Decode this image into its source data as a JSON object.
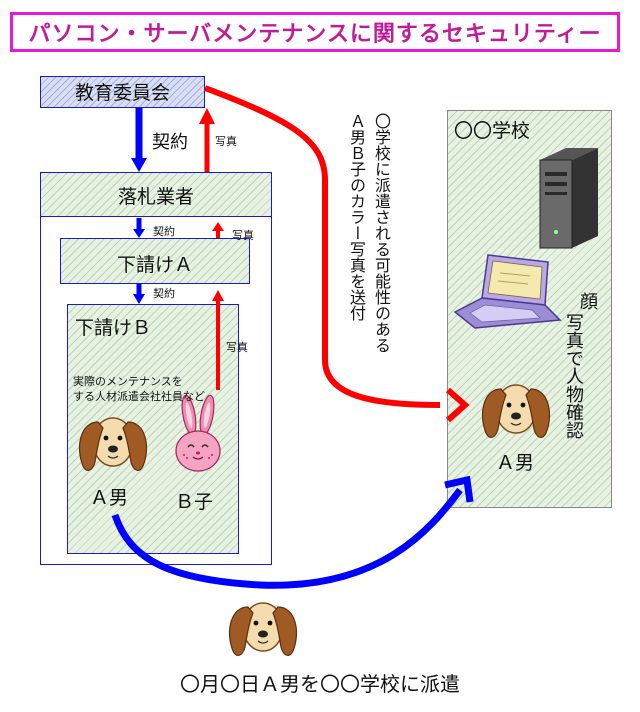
{
  "title": "パソコン・サーバメンテナンスに関するセキュリティー",
  "boxes": {
    "board": "教育委員会",
    "contractor": "落札業者",
    "sub_a": "下請けＡ",
    "sub_b": "下請けＢ",
    "school": "〇〇学校"
  },
  "arrows": {
    "contract_1": "契約",
    "photo_1": "写真",
    "contract_2": "契約",
    "photo_2": "写真",
    "contract_3": "契約",
    "photo_3": "写真"
  },
  "sub_b_note": {
    "line1": "実際のメンテナンスを",
    "line2": "する人材派遣会社社員など"
  },
  "people": {
    "a_man": "Ａ男",
    "b_child": "Ｂ子",
    "school_a_man": "Ａ男"
  },
  "vertical_note": {
    "col1": "〇学校に派遣される可能性のある",
    "col2": "Ａ男Ｂ子のカラー写真を送付"
  },
  "face_check": {
    "col1": "顔",
    "col2": "写真で人物確認"
  },
  "footer": "〇月〇日Ａ男を〇〇学校に派遣",
  "colors": {
    "title_border": "#e619d8",
    "title_text": "#c21b9a",
    "blue_arrow": "#0000ff",
    "red_arrow": "#ff0000",
    "box_border": "#1a1acc"
  }
}
